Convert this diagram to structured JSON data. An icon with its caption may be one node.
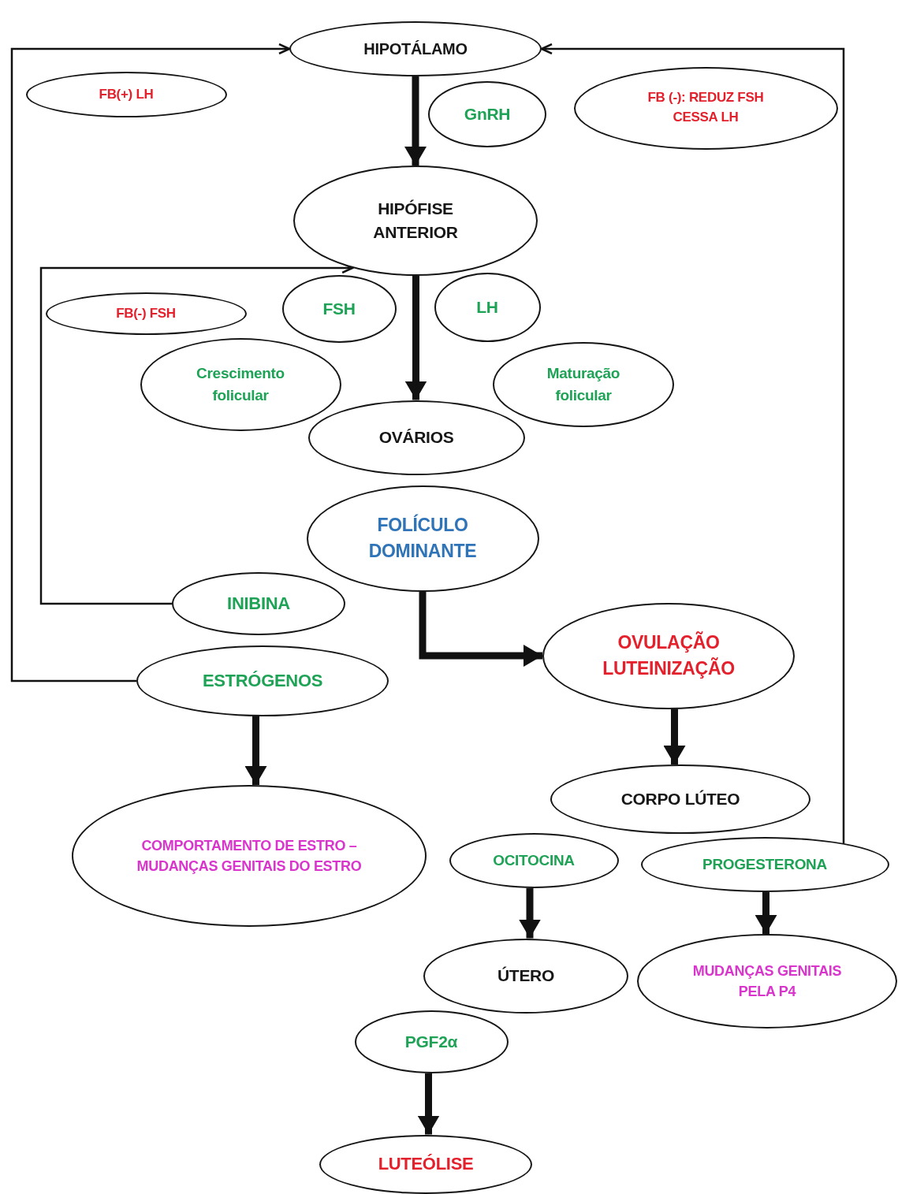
{
  "diagram": {
    "nodes": [
      {
        "text": [
          "HIPOTÁLAMO"
        ]
      },
      {
        "text": [
          "FB(+) LH"
        ]
      },
      {
        "text": [
          "GnRH"
        ]
      },
      {
        "text": [
          "FB (-): REDUZ FSH CESSA LH"
        ]
      },
      {
        "text": [
          "HIPÓFISE ANTERIOR"
        ]
      },
      {
        "text": [
          "FB(-) FSH"
        ]
      },
      {
        "text": [
          "FSH"
        ]
      },
      {
        "text": [
          "LH"
        ]
      },
      {
        "text": [
          "Crescimento folicular"
        ]
      },
      {
        "text": [
          "Maturação folicular"
        ]
      },
      {
        "text": [
          "OVÁRIOS"
        ]
      },
      {
        "text": [
          "FOLÍCULO DOMINANTE"
        ]
      },
      {
        "text": [
          "INIBINA"
        ]
      },
      {
        "text": [
          "ESTRÓGENOS"
        ]
      },
      {
        "text": [
          "OVULAÇÃO LUTEINIZAÇÃO"
        ]
      },
      {
        "text": [
          "COMPORTAMENTO DE ESTRO – MUDANÇAS GENITAIS DO ESTRO"
        ]
      },
      {
        "text": [
          "CORPO LÚTEO"
        ]
      },
      {
        "text": [
          "OCITOCINA"
        ]
      },
      {
        "text": [
          "PROGESTERONA"
        ]
      },
      {
        "text": [
          "ÚTERO"
        ]
      },
      {
        "text": [
          "MUDANÇAS GENITAIS PELA P4"
        ]
      },
      {
        "text": [
          "PGF2α"
        ]
      },
      {
        "text": [
          "LUTEÓLISE"
        ]
      }
    ],
    "edges": [
      {
        "from": 13,
        "to": 0,
        "arrow": "to"
      },
      {
        "from": 12,
        "to": 4,
        "arrow": "to"
      },
      {
        "from": 18,
        "to": 0,
        "arrow": "to"
      },
      {
        "from": 0,
        "to": 4,
        "arrow": "to"
      },
      {
        "from": 4,
        "to": 10,
        "arrow": "to"
      },
      {
        "from": 11,
        "to": 14,
        "arrow": "to"
      },
      {
        "from": 13,
        "to": 15,
        "arrow": "to"
      },
      {
        "from": 14,
        "to": 16,
        "arrow": "to"
      },
      {
        "from": 17,
        "to": 19,
        "arrow": "to"
      },
      {
        "from": 18,
        "to": 20,
        "arrow": "to"
      },
      {
        "from": 21,
        "to": 22,
        "arrow": "to"
      }
    ]
  }
}
